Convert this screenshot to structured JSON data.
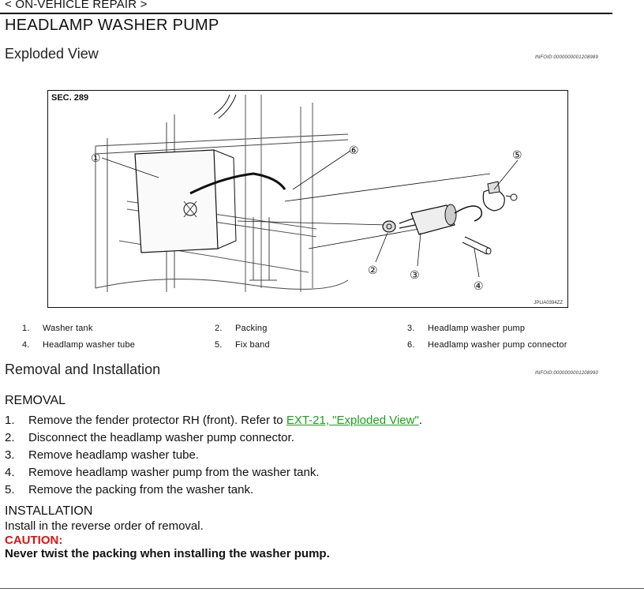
{
  "breadcrumb": "< ON-VEHICLE REPAIR >",
  "title": "HEADLAMP WASHER PUMP",
  "exploded": {
    "heading": "Exploded View",
    "info_id": "INFOID:0000000001208989"
  },
  "figure": {
    "sec": "SEC. 289",
    "code": "JPLIA0394ZZ",
    "callouts": [
      "①",
      "②",
      "③",
      "④",
      "⑤",
      "⑥"
    ]
  },
  "legend": [
    {
      "num": "1.",
      "label": "Washer tank"
    },
    {
      "num": "2.",
      "label": "Packing"
    },
    {
      "num": "3.",
      "label": "Headlamp washer pump"
    },
    {
      "num": "4.",
      "label": "Headlamp washer tube"
    },
    {
      "num": "5.",
      "label": "Fix band"
    },
    {
      "num": "6.",
      "label": "Headlamp washer pump connector"
    }
  ],
  "removal_installation": {
    "heading": "Removal and Installation",
    "info_id": "INFOID:0000000001208990"
  },
  "removal": {
    "heading": "REMOVAL",
    "steps": [
      {
        "n": "1.",
        "text": "Remove the fender protector RH (front). Refer to ",
        "link": "EXT-21, \"Exploded View\"",
        "tail": "."
      },
      {
        "n": "2.",
        "text": "Disconnect the headlamp washer pump connector."
      },
      {
        "n": "3.",
        "text": "Remove headlamp washer tube."
      },
      {
        "n": "4.",
        "text": "Remove headlamp washer pump from the washer tank."
      },
      {
        "n": "5.",
        "text": "Remove the packing from the washer tank."
      }
    ]
  },
  "installation": {
    "heading": "INSTALLATION",
    "text": "Install in the reverse order of removal.",
    "caution_label": "CAUTION:",
    "caution_text": "Never twist the packing when installing the washer pump."
  }
}
